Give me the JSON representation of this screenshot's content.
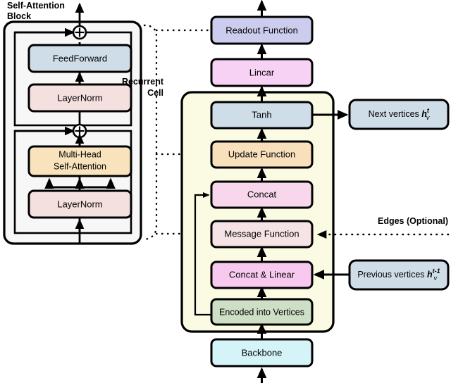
{
  "diagram": {
    "title_labels": [
      {
        "id": "self-attention-block-label",
        "text": "Self-Attention"
      },
      {
        "id": "self-attention-block-label2",
        "text": "Block"
      },
      {
        "id": "recurrent-cell-label",
        "text": "Recurrent"
      },
      {
        "id": "recurrent-cell-label2",
        "text": "Cell"
      },
      {
        "id": "edges-optional-label",
        "text": "Edges (Optional)"
      }
    ],
    "self_attention_block": {
      "name": "Self-Attention Block",
      "nodes": [
        {
          "id": "feedforward",
          "label": "FeedForward",
          "color": "#cfdde8"
        },
        {
          "id": "layernorm-upper",
          "label": "LayerNorm",
          "color": "#f4e0de"
        },
        {
          "id": "multi-head-self-attention",
          "label_line1": "Multi-Head",
          "label_line2": "Self-Attention",
          "color": "#f8e3bd"
        },
        {
          "id": "layernorm-lower",
          "label": "LayerNorm",
          "color": "#f4e0de"
        }
      ],
      "operators": [
        {
          "id": "residual-add-upper",
          "glyph": "plus-circle"
        },
        {
          "id": "residual-add-lower",
          "glyph": "plus-circle"
        }
      ]
    },
    "main_column": {
      "nodes": [
        {
          "id": "readout-function",
          "label": "Readout Function",
          "color": "#ccccee"
        },
        {
          "id": "linear",
          "label": "Lincar",
          "color": "#f8d2f4"
        },
        {
          "id": "tanh",
          "label": "Tanh",
          "color": "#cfdde8"
        },
        {
          "id": "update-function",
          "label": "Update Function",
          "color": "#f8e0bd"
        },
        {
          "id": "concat",
          "label": "Concat",
          "color": "#f8d7ec"
        },
        {
          "id": "message-function",
          "label": "Message Function",
          "color": "#f6e3e6"
        },
        {
          "id": "concat-and-linear",
          "label": "Concat & Linear",
          "color": "#f8c9ee"
        },
        {
          "id": "encoded-into-vertices",
          "label": "Encoded into Vertices",
          "color": "#cddfc5"
        },
        {
          "id": "backbone",
          "label": "Backbone",
          "color": "#d4f4f8"
        }
      ]
    },
    "side_nodes": [
      {
        "id": "next-vertices",
        "prefix": "Next vertices ",
        "symbol": "h",
        "sub": "v",
        "sup": "t",
        "color": "#cfdde8"
      },
      {
        "id": "previous-vertices",
        "prefix": "Previous vertices ",
        "symbol": "h",
        "sub": "v",
        "sup": "t-1",
        "color": "#cfdde8"
      }
    ],
    "recurrent_cell": {
      "id": "recurrent-cell-container",
      "fill": "#fbfae3"
    },
    "colors": {
      "stroke": "#000000",
      "block_bg": "#f7f7f7",
      "cell_bg": "#fbfae3",
      "background": "#ffffff"
    }
  }
}
